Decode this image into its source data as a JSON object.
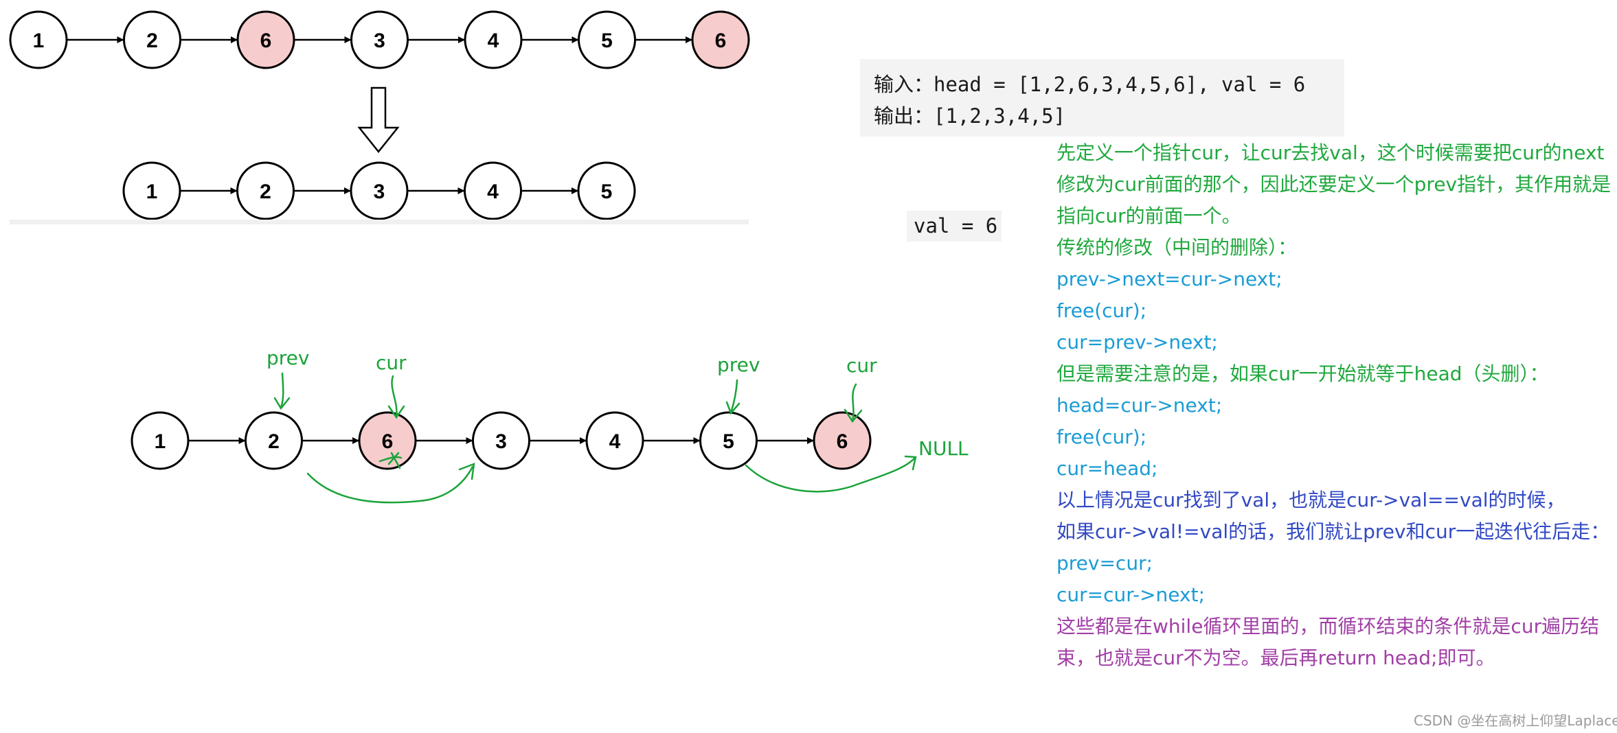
{
  "diagram": {
    "top_list": [
      "1",
      "2",
      "6",
      "3",
      "4",
      "5",
      "6"
    ],
    "top_highlight": [
      false,
      false,
      true,
      false,
      false,
      false,
      true
    ],
    "result_list": [
      "1",
      "2",
      "3",
      "4",
      "5"
    ],
    "process_list": [
      "1",
      "2",
      "6",
      "3",
      "4",
      "5",
      "6"
    ],
    "process_highlight": [
      false,
      false,
      true,
      false,
      false,
      false,
      true
    ],
    "annotations": {
      "prev_1": "prev",
      "cur_1": "cur",
      "prev_2": "prev",
      "cur_2": "cur",
      "null_label": "NULL"
    },
    "colors": {
      "highlight_fill": "#f7cccc",
      "node_stroke": "#000000",
      "annotation": "#1ba33a"
    }
  },
  "example": {
    "input_line": "输入：head = [1,2,6,3,4,5,6], val = 6",
    "output_line": "输出：[1,2,3,4,5]",
    "val_line": "val = 6"
  },
  "notes": {
    "intro": "先定义一个指针cur，让cur去找val，这个时候需要把cur的next修改为cur前面的那个，因此还要定义一个prev指针，其作用就是指向cur的前面一个。",
    "traditional": "传统的修改（中间的删除）：",
    "code_mid_1": "prev->next=cur->next;",
    "code_mid_2": "free(cur);",
    "code_mid_3": "cur=prev->next;",
    "head_case": "但是需要注意的是，如果cur一开始就等于head（头删）：",
    "code_head_1": "head=cur->next;",
    "code_head_2": "free(cur);",
    "code_head_3": "cur=head;",
    "found_case": "以上情况是cur找到了val，也就是cur->val==val的时候，",
    "not_found_case": "如果cur->val!=val的话，我们就让prev和cur一起迭代往后走：",
    "code_iter_1": "prev=cur;",
    "code_iter_2": "cur=cur->next;",
    "conclusion": "这些都是在while循环里面的，而循环结束的条件就是cur遍历结束，也就是cur不为空。最后再return head;即可。"
  },
  "watermark": "CSDN @坐在高树上仰望Laplace"
}
